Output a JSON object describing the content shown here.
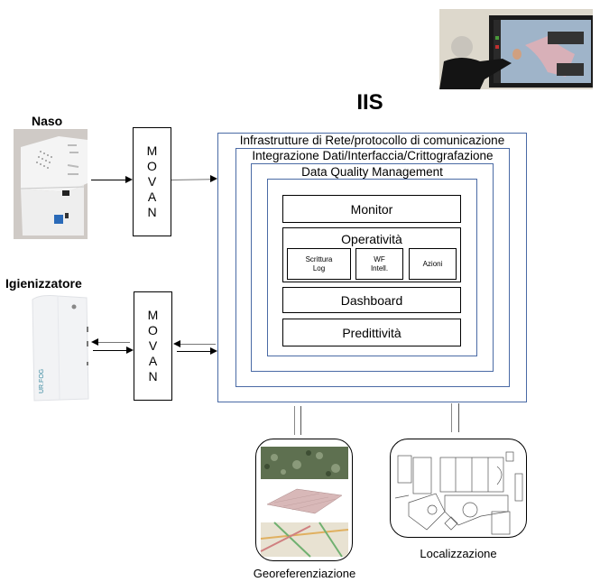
{
  "title": "IIS",
  "devices": {
    "naso": {
      "label": "Naso",
      "image": "sensor-device-photo"
    },
    "igienizzatore": {
      "label": "Igienizzatore",
      "image": "sanitizer-cabinet-photo",
      "brand_text": "UR.FOG"
    }
  },
  "movan_boxes": [
    {
      "letters": [
        "M",
        "O",
        "V",
        "A",
        "N"
      ]
    },
    {
      "letters": [
        "M",
        "O",
        "V",
        "A",
        "N"
      ]
    }
  ],
  "layers": [
    "Infrastrutture di Rete/protocollo di comunicazione",
    "Integrazione Dati/Interfaccia/Crittografazione",
    "Data Quality Management"
  ],
  "modules": {
    "monitor": "Monitor",
    "operativita": {
      "label": "Operatività",
      "sub": [
        {
          "line1": "Scrittura",
          "line2": "Log"
        },
        {
          "line1": "WF",
          "line2": "Intell."
        },
        {
          "line1": "Azioni",
          "line2": ""
        }
      ]
    },
    "dashboard": "Dashboard",
    "predittivita": "Predittività"
  },
  "outputs": [
    {
      "label": "Georeferenziazione",
      "image": "map-imagery-stack"
    },
    {
      "label": "Localizzazione",
      "image": "floor-plan"
    }
  ],
  "photo": {
    "image": "person-at-touchscreen-map"
  },
  "colors": {
    "layer_border": "#4a6aa5",
    "module_border": "#000000"
  }
}
